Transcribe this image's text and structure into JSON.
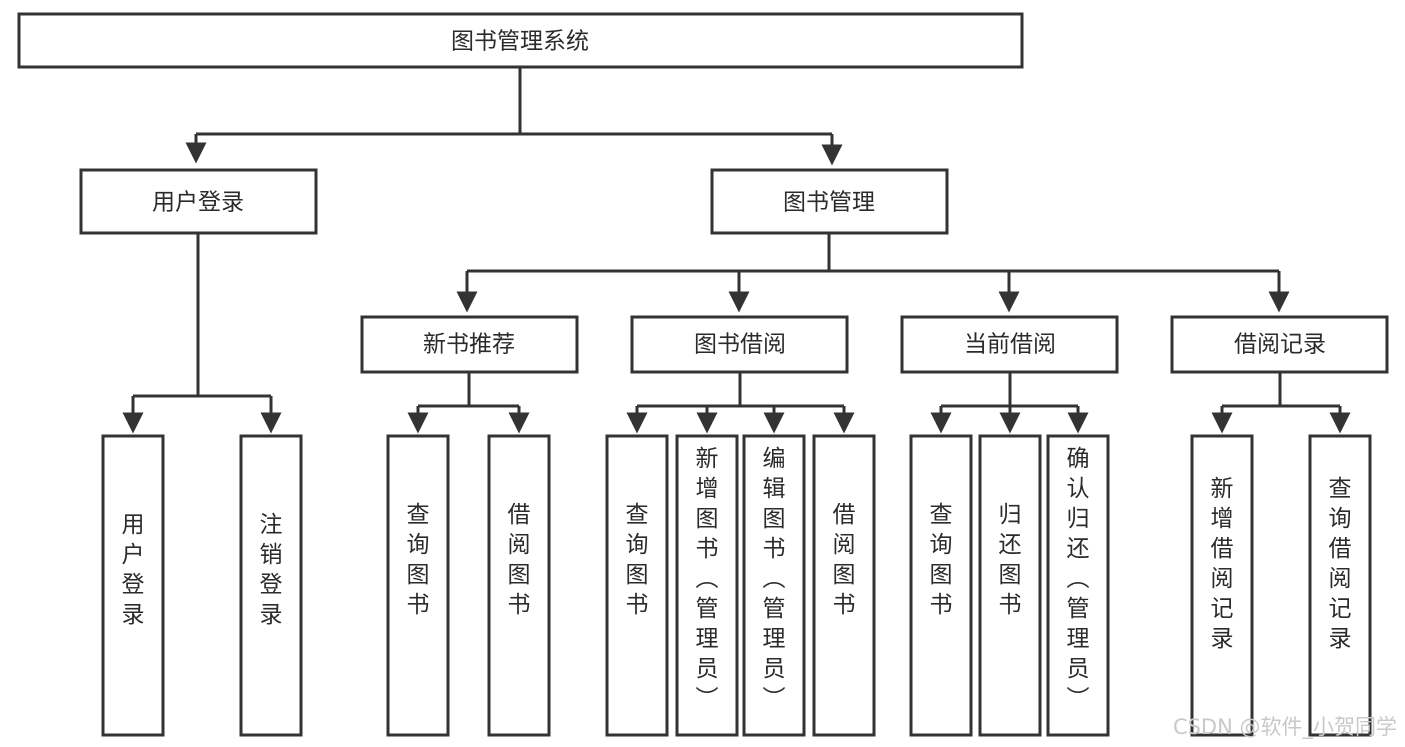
{
  "diagram": {
    "title": "图书管理系统",
    "type": "tree",
    "orientation": "top-down",
    "colors": {
      "stroke": "#333333",
      "fill": "#ffffff",
      "text": "#2b2b2b",
      "watermark": "#c9c9c9",
      "background": "#ffffff"
    },
    "root": {
      "id": "root",
      "label": "图书管理系统"
    },
    "level2": [
      {
        "id": "user-login",
        "label": "用户登录"
      },
      {
        "id": "book-manage",
        "label": "图书管理"
      }
    ],
    "level3": [
      {
        "id": "new-book-rec",
        "label": "新书推荐",
        "parent": "book-manage"
      },
      {
        "id": "book-borrow",
        "label": "图书借阅",
        "parent": "book-manage"
      },
      {
        "id": "current-borrow",
        "label": "当前借阅",
        "parent": "book-manage"
      },
      {
        "id": "borrow-record",
        "label": "借阅记录",
        "parent": "book-manage"
      }
    ],
    "leaves": [
      {
        "id": "leaf-user-login",
        "parent": "user-login",
        "label": "用户登录"
      },
      {
        "id": "leaf-logout",
        "parent": "user-login",
        "label": "注销登录"
      },
      {
        "id": "leaf-rec-query",
        "parent": "new-book-rec",
        "label": "查询图书"
      },
      {
        "id": "leaf-rec-borrow",
        "parent": "new-book-rec",
        "label": "借阅图书"
      },
      {
        "id": "leaf-borrow-query",
        "parent": "book-borrow",
        "label": "查询图书"
      },
      {
        "id": "leaf-borrow-add",
        "parent": "book-borrow",
        "label": "新增图书（管理员）"
      },
      {
        "id": "leaf-borrow-edit",
        "parent": "book-borrow",
        "label": "编辑图书（管理员）"
      },
      {
        "id": "leaf-borrow-lend",
        "parent": "book-borrow",
        "label": "借阅图书"
      },
      {
        "id": "leaf-cur-query",
        "parent": "current-borrow",
        "label": "查询图书"
      },
      {
        "id": "leaf-cur-return",
        "parent": "current-borrow",
        "label": "归还图书"
      },
      {
        "id": "leaf-cur-confirm",
        "parent": "current-borrow",
        "label": "确认归还（管理员）"
      },
      {
        "id": "leaf-rec-add",
        "parent": "borrow-record",
        "label": "新增借阅记录"
      },
      {
        "id": "leaf-rec-search",
        "parent": "borrow-record",
        "label": "查询借阅记录"
      }
    ]
  },
  "watermark": {
    "text": "CSDN @软件_小贺同学"
  }
}
